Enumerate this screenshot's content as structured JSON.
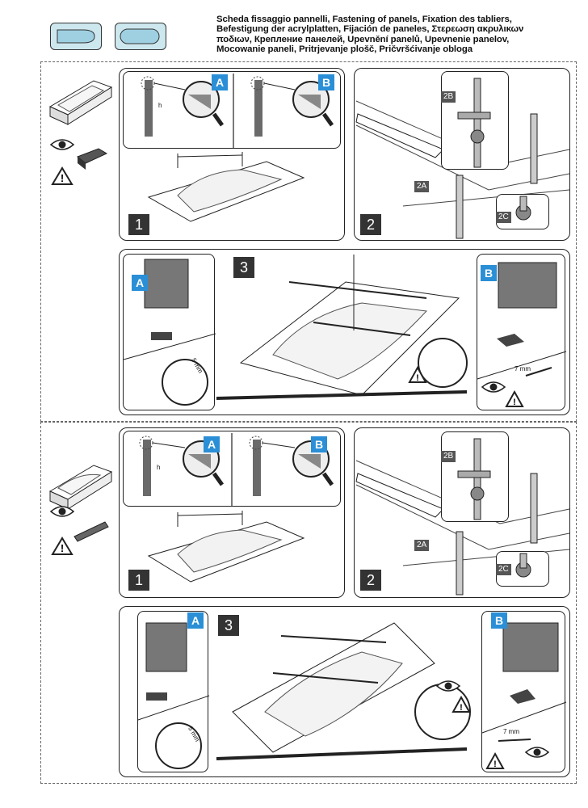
{
  "header": {
    "title_lines": [
      "Scheda fissaggio pannelli, Fastening of panels, Fixation des tabliers,",
      "Befestigung der acrylplatten, Fijación de paneles, Στερεωση ακρυλικων",
      "ποδιων, Крепление панелей, Upevnění panelů, Upevnenie panelov,",
      "Mocowanie paneli, Pritrjevanje plošč, Pričvršćivanje obloga"
    ]
  },
  "section1": {
    "step1": {
      "number": "1",
      "callout_a": "A",
      "callout_b": "B",
      "h_label": "h"
    },
    "step2": {
      "number": "2",
      "label_2a": "2A",
      "label_2b": "2B",
      "label_2c": "2C"
    },
    "step3": {
      "number": "3",
      "callout_a": "A",
      "callout_b": "B",
      "dim_5mm": "5 mm",
      "dim_7mm": "7 mm"
    }
  },
  "section2": {
    "step1": {
      "number": "1",
      "callout_a": "A",
      "callout_b": "B",
      "h_label": "h"
    },
    "step2": {
      "number": "2",
      "label_2a": "2A",
      "label_2b": "2B",
      "label_2c": "2C"
    },
    "step3": {
      "number": "3",
      "callout_a": "A",
      "callout_b": "B",
      "dim_5mm": "5 mm",
      "dim_7mm": "7 mm"
    }
  },
  "icons": [
    "bathtub-thumbnail-icon",
    "eye-icon",
    "warning-icon",
    "magnifier-icon"
  ],
  "colors": {
    "accent_blue": "#2a8fd6",
    "thumbnail_fill": "#cde7ef"
  }
}
